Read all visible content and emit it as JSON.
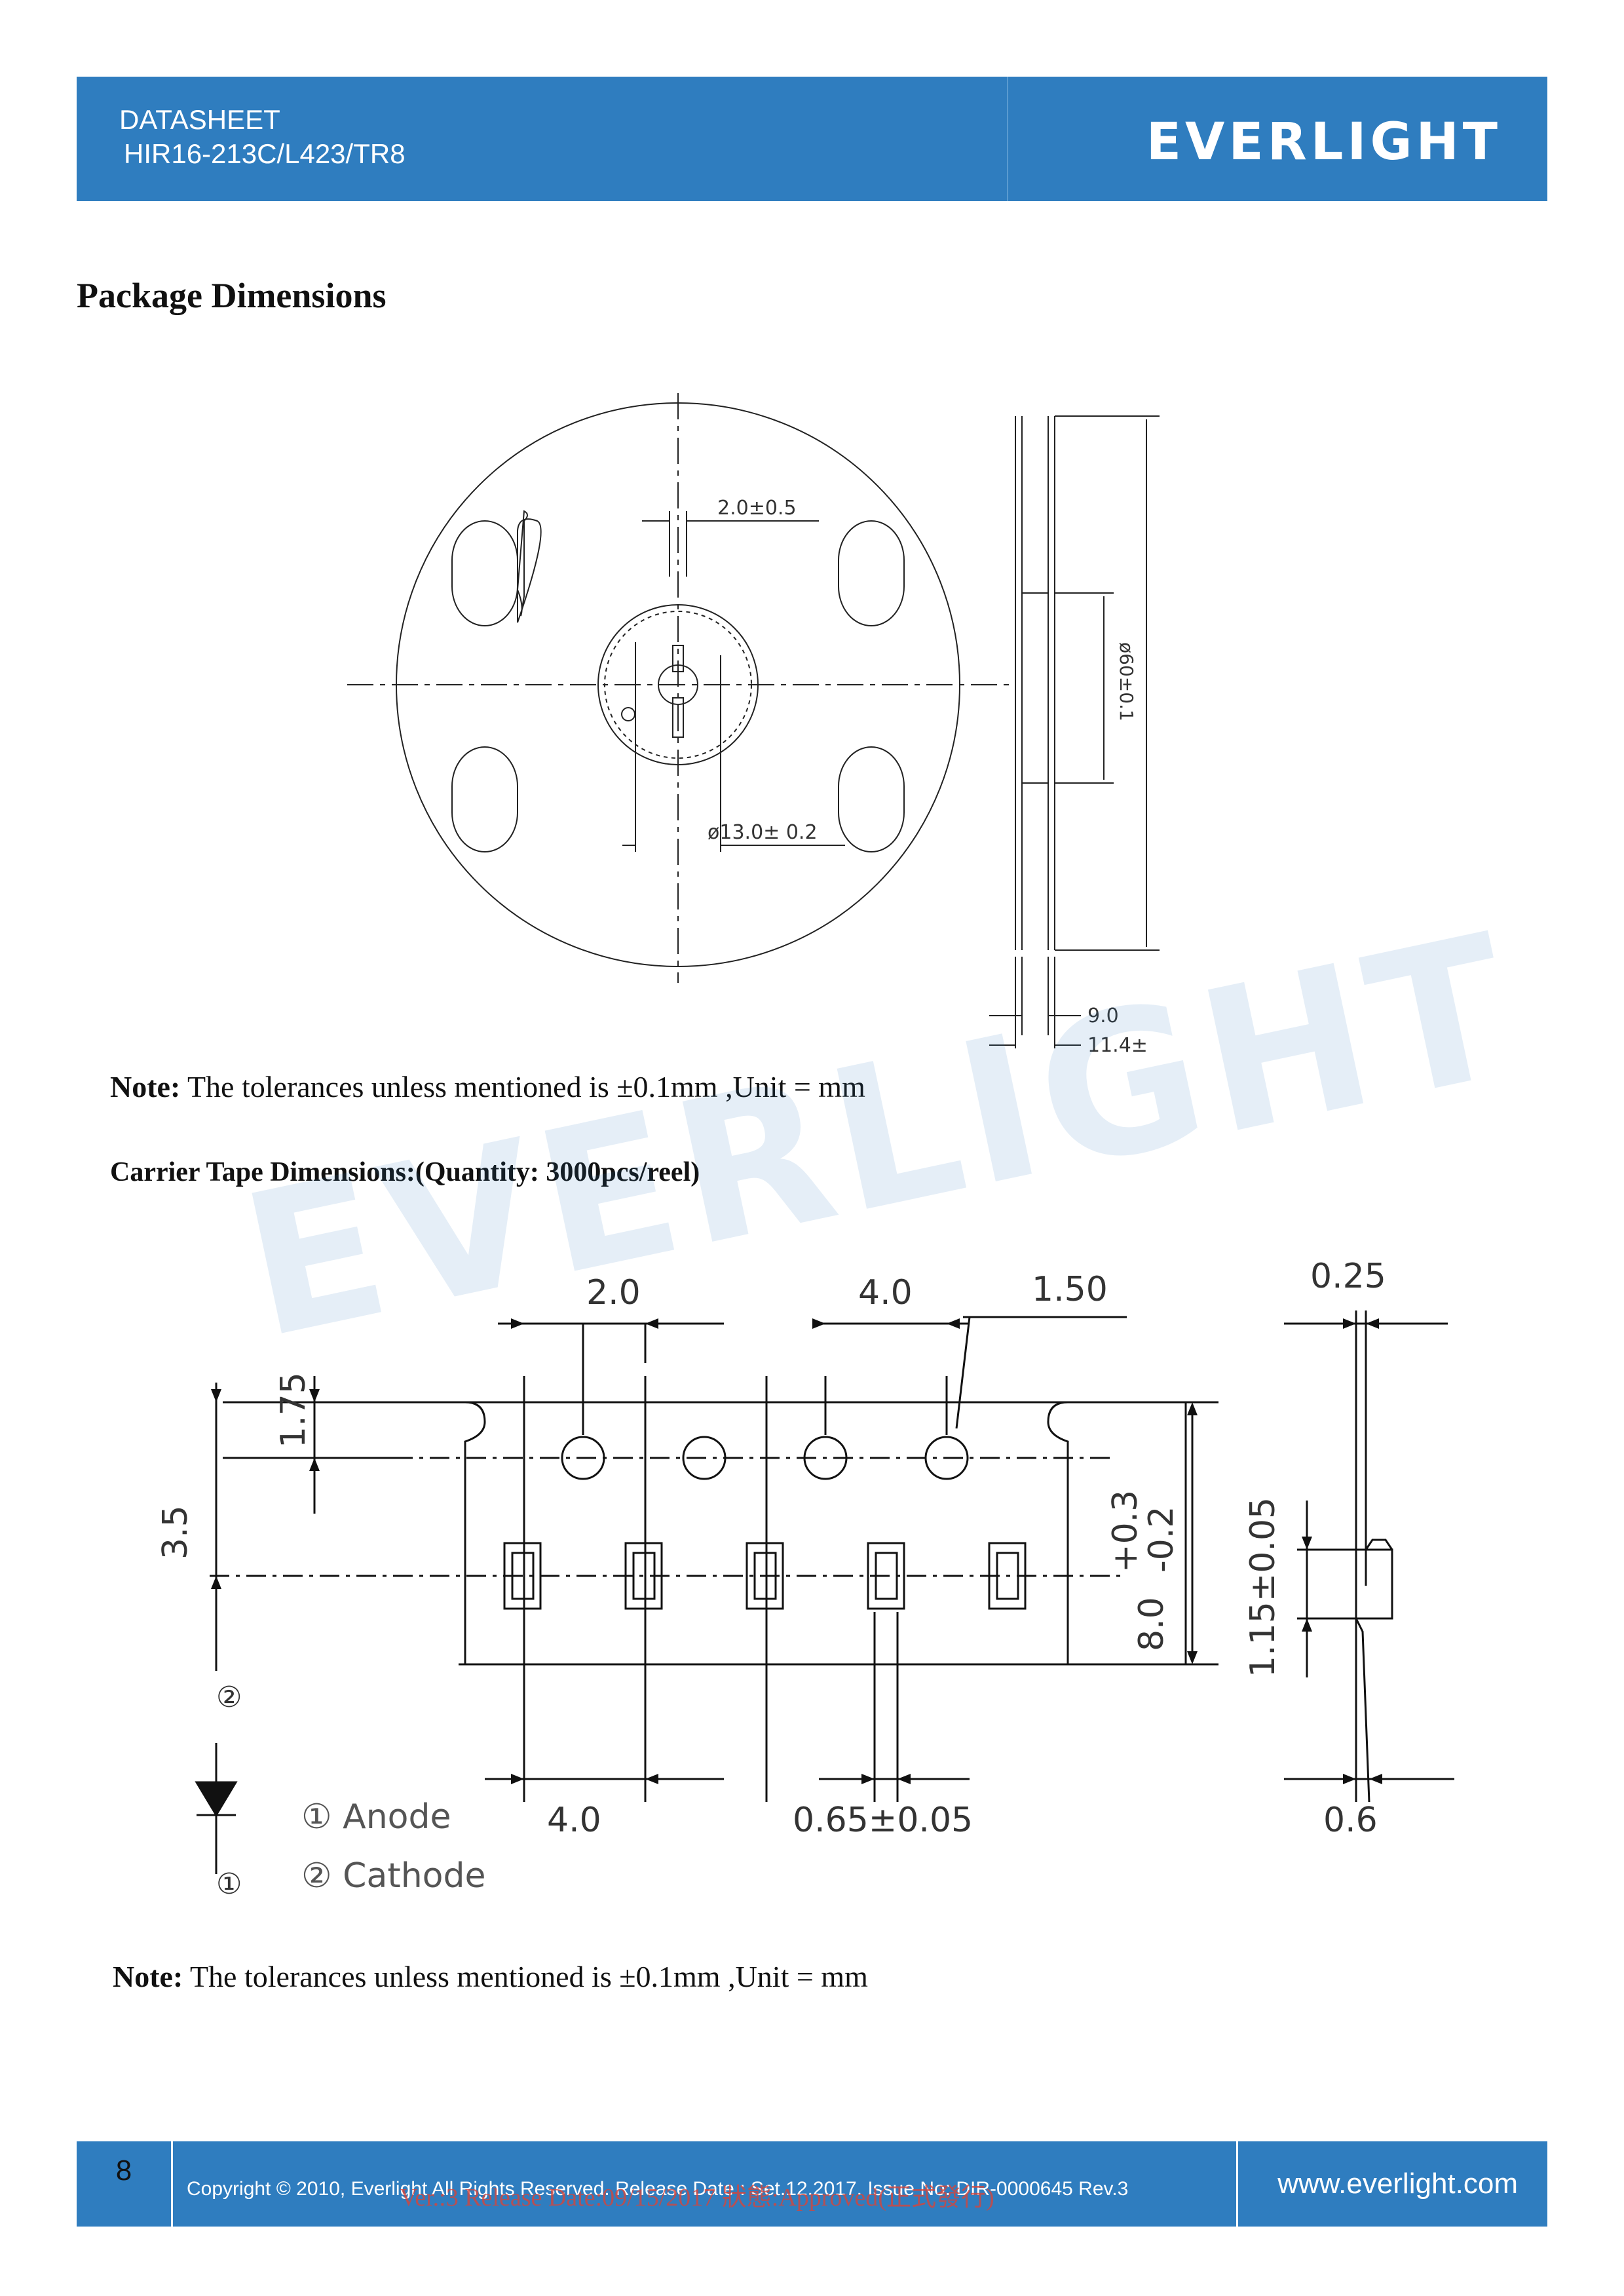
{
  "header": {
    "doc_type": "DATASHEET",
    "part_number": "HIR16-213C/L423/TR8",
    "brand": "EVERLIGHT"
  },
  "section_title": "Package Dimensions",
  "reel_drawing": {
    "dim_hub_slot": "2.0±0.5",
    "dim_hub_diameter": "ø13.0± 0.2",
    "dim_flange_diameter": "ø60±0.1",
    "dim_inner_width": "9.0",
    "dim_outer_width": "11.4±"
  },
  "note1": {
    "label": "Note:",
    "text": " The tolerances unless mentioned is  ±0.1mm ,Unit = mm"
  },
  "carrier_title": "Carrier Tape Dimensions:(Quantity: 3000pcs/reel)",
  "watermark": "EVERLIGHT",
  "tape_drawing": {
    "dim_pitch_holes_offset": "2.0",
    "dim_hole_pitch": "4.0",
    "dim_hole_diameter": "1.50",
    "dim_thickness": "0.25",
    "dim_edge_to_holes": "1.75",
    "dim_center_offset": "3.5",
    "dim_tape_width": "8.0",
    "dim_tape_width_tol_plus": "+0.3",
    "dim_tape_width_tol_minus": "-0.2",
    "dim_pocket_depth": "1.15±0.05",
    "dim_pocket_pitch": "4.0",
    "dim_pocket_width": "0.65±0.05",
    "dim_base_width": "0.6",
    "pin2_marker": "②",
    "pin1_marker": "①",
    "legend_anode": "① Anode",
    "legend_cathode": "② Cathode"
  },
  "note2": {
    "label": "Note:",
    "text": " The tolerances unless mentioned is  ±0.1mm ,Unit = mm"
  },
  "footer": {
    "page_number": "8",
    "copyright": "Copyright © 2010, Everlight All Rights Reserved. Release Date : Set.12.2017. Issue No: DIR-0000645    Rev.3",
    "website": "www.everlight.com",
    "release_stamp": "Ver.:3    Release Date:09/15/2017    狀態:Approved(正式發行)"
  }
}
